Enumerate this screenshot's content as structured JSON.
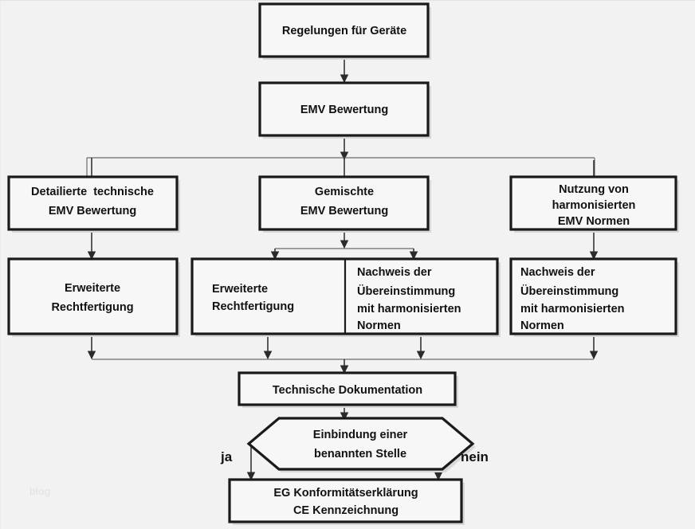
{
  "diagram": {
    "title_text": "Regelungen für Geräte",
    "background_color": "#f2f2f2",
    "box_fill": "#f7f7f7",
    "box_stroke": "#1a1a1a",
    "watermark": "blog",
    "nodes": {
      "root": "Regelungen für Geräte",
      "emv_bewertung": "EMV Bewertung",
      "branch_left": "Detailierte  technische\nEMV Bewertung",
      "branch_left_l1": "Detailierte  technische",
      "branch_left_l2": "EMV Bewertung",
      "branch_mid": "Gemischte\nEMV Bewertung",
      "branch_mid_l1": "Gemischte",
      "branch_mid_l2": "EMV Bewertung",
      "branch_right_l1": "Nutzung von",
      "branch_right_l2": "harmonisierten",
      "branch_right_l3": "EMV Normen",
      "left_result_l1": "Erweiterte",
      "left_result_l2": "Rechtfertigung",
      "mid_result_left_l1": "Erweiterte",
      "mid_result_left_l2": "Rechtfertigung",
      "mid_result_right_l1": "Nachweis der",
      "mid_result_right_l2": "Übereinstimmung",
      "mid_result_right_l3": "mit harmonisierten",
      "mid_result_right_l4": "Normen",
      "right_result_l1": "Nachweis der",
      "right_result_l2": "Übereinstimmung",
      "right_result_l3": "mit harmonisierten",
      "right_result_l4": "Normen",
      "documentation": "Technische Dokumentation",
      "decision_l1": "Einbindung einer",
      "decision_l2": "benannten Stelle",
      "final_l1": "EG Konformitätserklärung",
      "final_l2": "CE Kennzeichnung"
    },
    "edge_labels": {
      "yes": "ja",
      "no": "nein"
    }
  }
}
